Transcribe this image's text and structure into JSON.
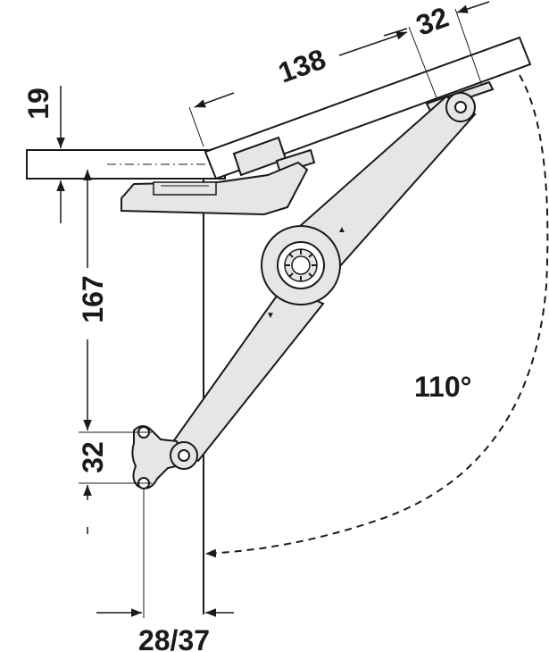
{
  "dimensions": {
    "lid_thickness": "19",
    "arm_length": "138",
    "lid_mount_offset": "32",
    "vertical_distance": "167",
    "bracket_hole_spacing": "32",
    "side_offset": "28/37"
  },
  "opening_angle": "110°",
  "colors": {
    "line": "#1a1a1a",
    "panel_fill": "#ffffff",
    "metal_fill": "#e6e6e6",
    "dash": "#1a1a1a"
  },
  "icons": {
    "arrow": "filled-triangle-arrowhead"
  }
}
